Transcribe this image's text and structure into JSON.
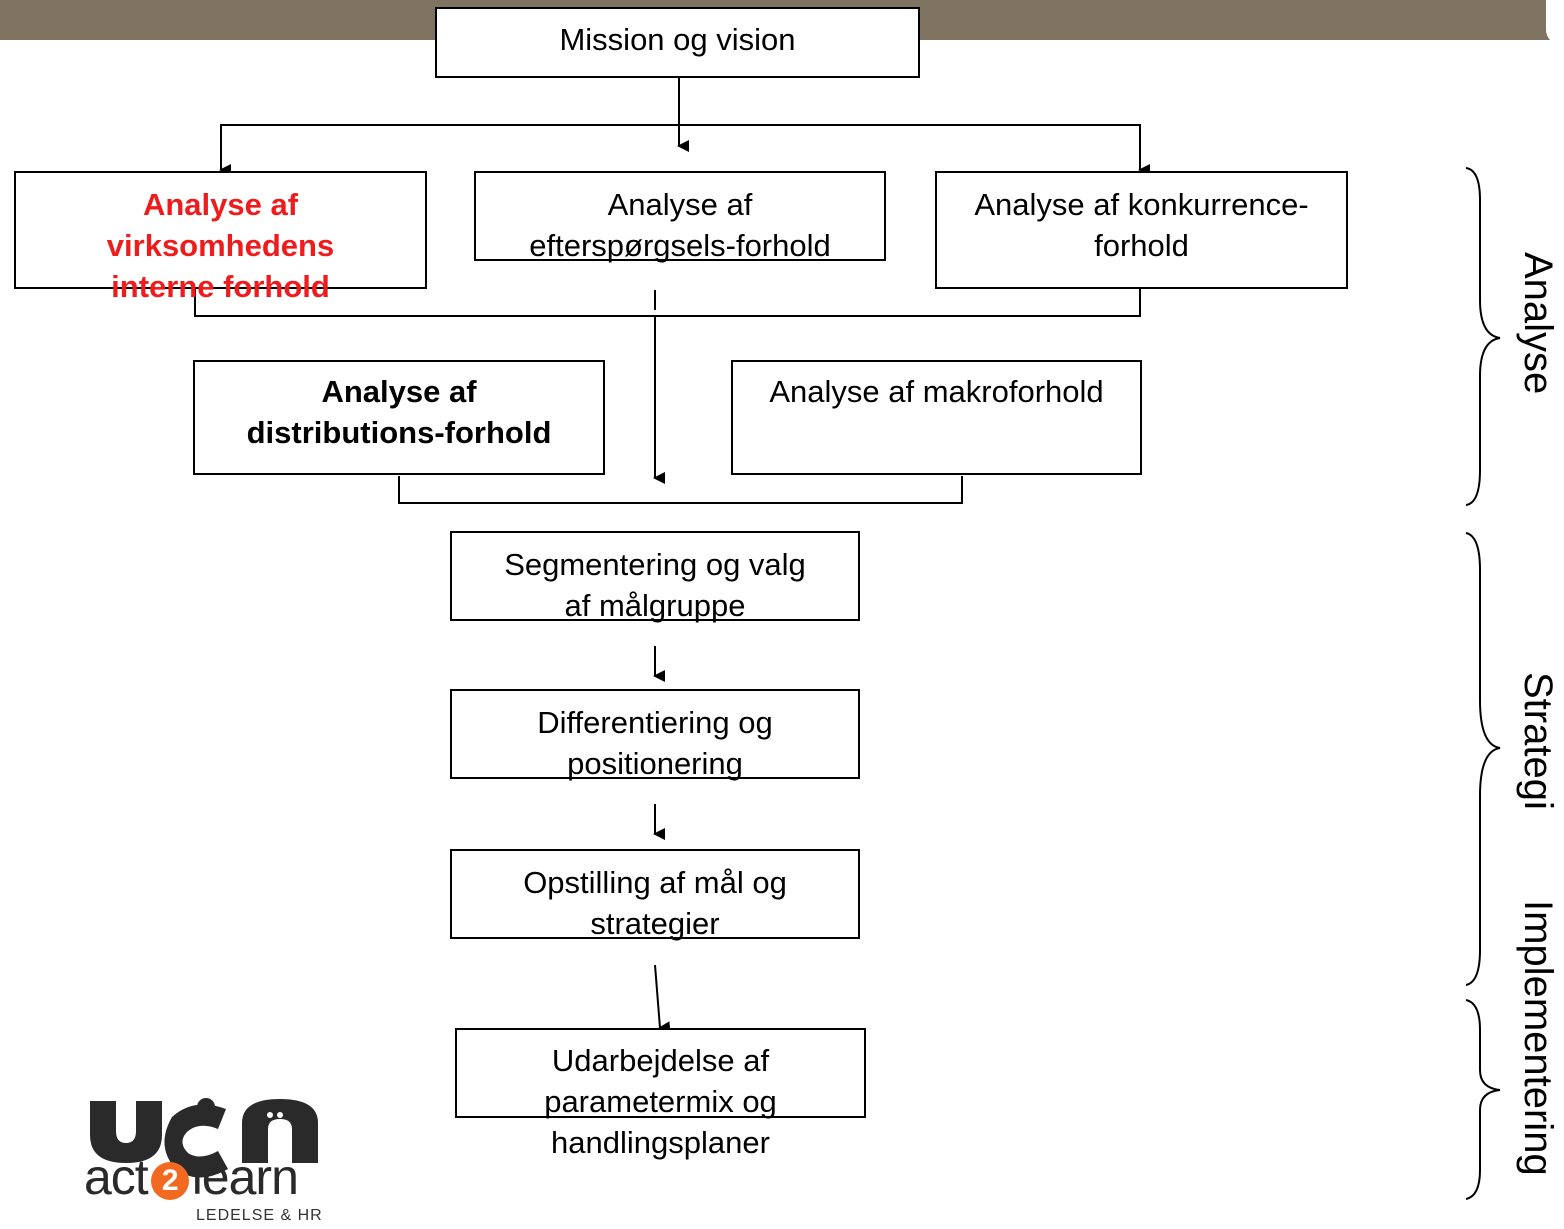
{
  "boxes": {
    "mission": "Mission og vision",
    "intern": [
      "Analyse af",
      "virksomhedens",
      "interne forhold"
    ],
    "efterspoergsel": [
      "Analyse af",
      "efterspørgsels-forhold"
    ],
    "konkurrence": [
      "Analyse af konkurrence-",
      "forhold"
    ],
    "distribution": [
      "Analyse af",
      "distributions-forhold"
    ],
    "makro": "Analyse af makroforhold",
    "segmentering": [
      "Segmentering og valg",
      "af målgruppe"
    ],
    "differentiering": [
      "Differentiering og",
      "positionering"
    ],
    "maal": [
      "Opstilling af mål og",
      "strategier"
    ],
    "parametermix": [
      "Udarbejdelse af",
      "parametermix og",
      "handlingsplaner"
    ]
  },
  "phases": {
    "analyse": "Analyse",
    "strategi": "Strategi",
    "implementering": "Implementering"
  },
  "logo": {
    "wordmark": "UCN",
    "tagline_left": "act",
    "tagline_number": "2",
    "tagline_right": "learn",
    "subtitle": "LEDELSE & HR"
  },
  "colors": {
    "header_bar": "#7f7462",
    "highlight_text": "#ee1c1c",
    "logo_accent": "#f26a21"
  }
}
